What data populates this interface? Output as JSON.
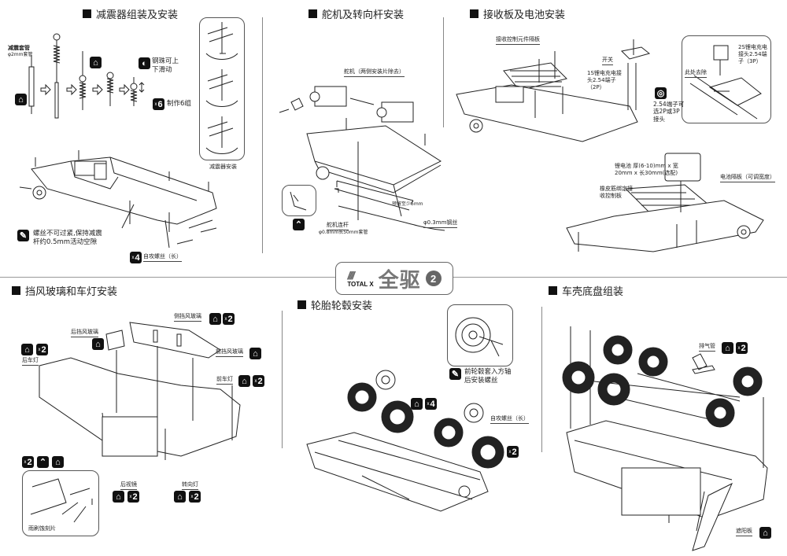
{
  "logo": {
    "brand": "TOTAL X",
    "stripes": "////",
    "title_cn": "全驱",
    "page_number": "2"
  },
  "sections": {
    "shock": {
      "title": "减震器组装及安装",
      "label_damper_tube": "减震套管",
      "label_tube_spec": "φ2mm套管",
      "note_ball": "钢珠可上下滑动",
      "count_make": "6",
      "note_make": "制作6组",
      "inset_caption": "减震器安装",
      "note_screw": "螺丝不可过紧,保持减震杆约0.5mm活动空隙",
      "count_screw": "4",
      "label_screw": "自攻螺丝（长）"
    },
    "servo": {
      "title": "舵机及转向杆安装",
      "label_servo": "舵机（两侧安装片除去）",
      "label_reserve": "预留至少5mm",
      "label_link": "舵机连杆",
      "label_link_spec": "φ0.8mm长50mm套管",
      "label_wire": "φ0.3mm钢丝"
    },
    "receiver": {
      "title": "接收板及电池安装",
      "label_board": "接收控制元件隔板",
      "label_switch": "开关",
      "label_1s": "1S锂电充电接头2.54端子（2P）",
      "label_2s": "2S锂电充电接头2.54端子（3P）",
      "label_remove": "此处去除",
      "note_connector": "2.54端子可选2P或3P接头",
      "label_battery": "锂电池 厚(6-10)mm x 宽20mm x 长30mm(选配)",
      "label_band": "橡皮筋绑定接收控制板",
      "label_divider": "电池隔板（可调宽度）"
    },
    "windshield": {
      "title": "挡风玻璃和车灯安装",
      "label_rear_glass": "后挡风玻璃",
      "label_side_glass": "侧挡风玻璃",
      "label_front_glass": "前挡风玻璃",
      "label_rear_light": "后车灯",
      "label_front_light": "前车灯",
      "label_mirror": "后视镜",
      "label_turn": "转向灯",
      "label_wiper": "雨刷蚀刻片",
      "count_two": "2"
    },
    "wheels": {
      "title": "轮胎轮毂安装",
      "note_front": "前轮毂套入方轴后安装螺丝",
      "count_four": "4",
      "count_two": "2",
      "label_screw": "自攻螺丝（长）"
    },
    "body": {
      "title": "车壳底盘组装",
      "label_exhaust": "排气管",
      "count_two": "2",
      "label_visor": "遮阳板"
    }
  },
  "icons": {
    "glue": "glue-bottle-icon",
    "screwdriver": "screwdriver-icon",
    "bend": "bend-icon",
    "slide": "slide-icon",
    "rotate": "rotate-icon"
  }
}
